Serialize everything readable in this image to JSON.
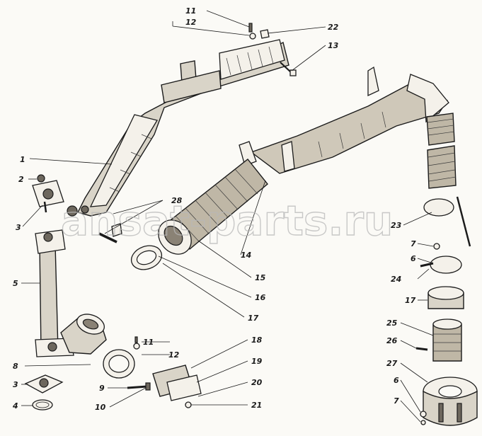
{
  "watermark": "ansat-parts.ru",
  "labels": {
    "l1": "1",
    "l2": "2",
    "l3": "3",
    "l3b": "3",
    "l4": "4",
    "l5": "5",
    "l6": "6",
    "l6b": "6",
    "l7": "7",
    "l7b": "7",
    "l8": "8",
    "l9": "9",
    "l10": "10",
    "l11": "11",
    "l11b": "11",
    "l12": "12",
    "l12b": "12",
    "l13": "13",
    "l14": "14",
    "l15": "15",
    "l16": "16",
    "l17": "17",
    "l17b": "17",
    "l18": "18",
    "l19": "19",
    "l20": "20",
    "l21": "21",
    "l22": "22",
    "l23": "23",
    "l24": "24",
    "l25": "25",
    "l26": "26",
    "l27": "27",
    "l28": "28"
  }
}
